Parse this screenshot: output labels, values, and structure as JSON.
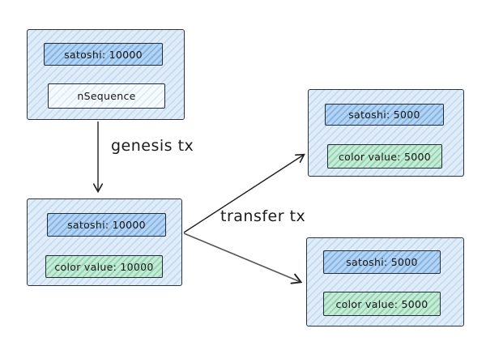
{
  "diagram": {
    "colors": {
      "box_fill": "#dcebf8",
      "satoshi_field_fill": "#a6cbf0",
      "color_value_field_fill": "#bfe7d2",
      "nsequence_field_fill": "#edf5fc",
      "stroke": "#2b333c",
      "text": "#1b1b1b"
    },
    "nodes": {
      "genesis_input": {
        "fields": [
          {
            "text": "satoshi: 10000"
          },
          {
            "text": "nSequence"
          }
        ]
      },
      "genesis_output": {
        "fields": [
          {
            "text": "satoshi: 10000"
          },
          {
            "text": "color value: 10000"
          }
        ]
      },
      "transfer_output_top": {
        "fields": [
          {
            "text": "satoshi: 5000"
          },
          {
            "text": "color value: 5000"
          }
        ]
      },
      "transfer_output_bottom": {
        "fields": [
          {
            "text": "satoshi: 5000"
          },
          {
            "text": "color value: 5000"
          }
        ]
      }
    },
    "edges": {
      "genesis": {
        "label": "genesis tx"
      },
      "transfer": {
        "label": "transfer tx"
      }
    }
  }
}
